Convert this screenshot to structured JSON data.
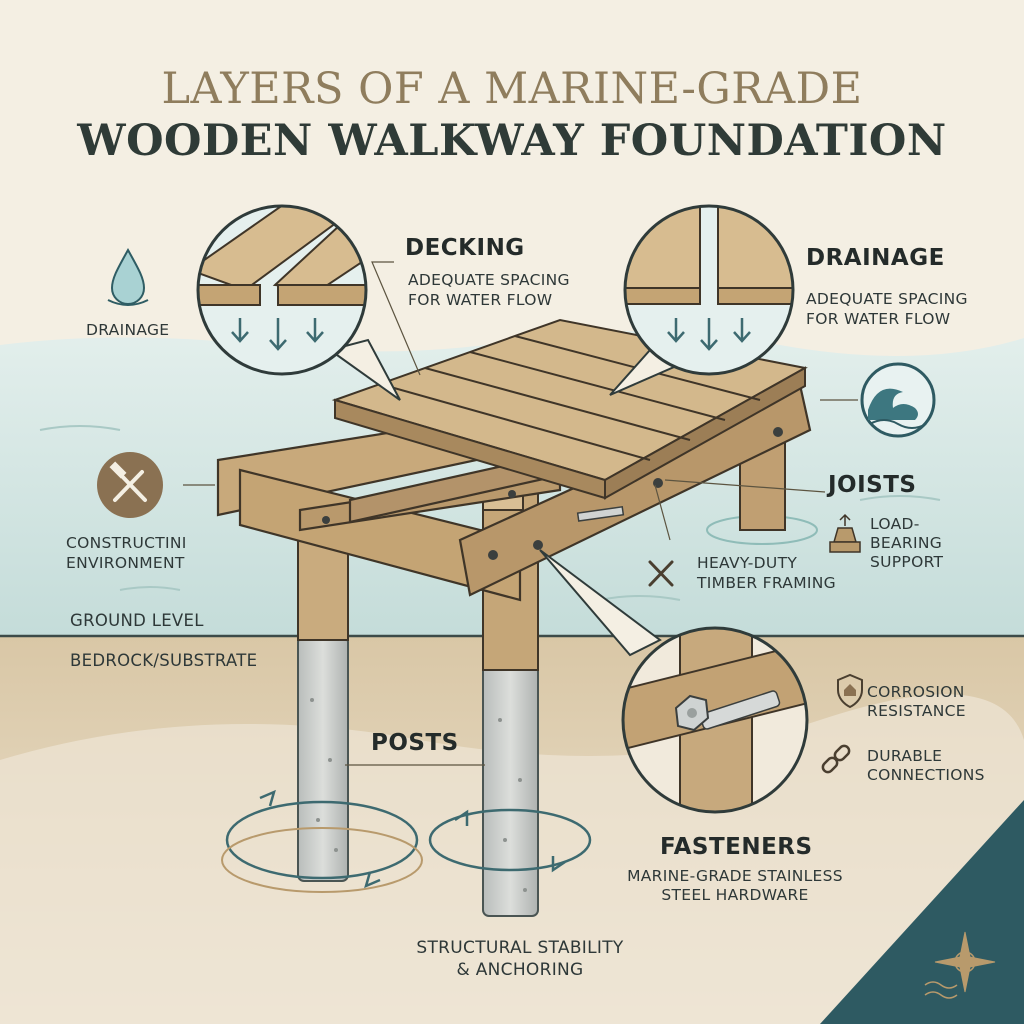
{
  "title": {
    "line1": "LAYERS OF A MARINE-GRADE",
    "line2": "WOODEN WALKWAY FOUNDATION"
  },
  "labels": {
    "decking": {
      "heading": "DECKING",
      "line1": "ADEQUATE SPACING",
      "line2": "FOR WATER FLOW"
    },
    "drainage_right": {
      "heading": "DRAINAGE",
      "line1": "ADEQUATE SPACING",
      "line2": "FOR WATER FLOW"
    },
    "drainage_left": "DRAINAGE",
    "construction_env": {
      "line1": "CONSTRUCTINI",
      "line2": "ENVIRONMENT"
    },
    "ground_level": "GROUND LEVEL",
    "bedrock": "BEDROCK/SUBSTRATE",
    "joists": {
      "heading": "JOISTS",
      "line1": "LOAD-",
      "line2": "BEARING",
      "line3": "SUPPORT"
    },
    "timber_framing": {
      "line1": "HEAVY-DUTY",
      "line2": "TIMBER FRAMING"
    },
    "posts": "POSTS",
    "corrosion": {
      "line1": "CORROSION",
      "line2": "RESISTANCE"
    },
    "durable": {
      "line1": "DURABLE",
      "line2": "CONNECTIONS"
    },
    "fasteners": {
      "heading": "FASTENERS",
      "line1": "MARINE-GRADE STAINLESS",
      "line2": "STEEL HARDWARE"
    },
    "stability": {
      "line1": "STRUCTURAL STABILITY",
      "line2": "& ANCHORING"
    }
  },
  "icons": {
    "water_drop": "water-drop-icon",
    "wave": "wave-icon",
    "tools": "hammer-wrench-icon",
    "load": "load-weight-icon",
    "shield": "shield-icon",
    "chain": "chain-link-icon",
    "compass": "compass-rose-icon"
  },
  "colors": {
    "background": "#f4efe3",
    "water": "#cfe2df",
    "sand": "#ddcdb0",
    "wood": "#c7a97d",
    "concrete": "#c9ccc9",
    "ink": "#2f3b3a",
    "accent_teal": "#2e5a62"
  }
}
